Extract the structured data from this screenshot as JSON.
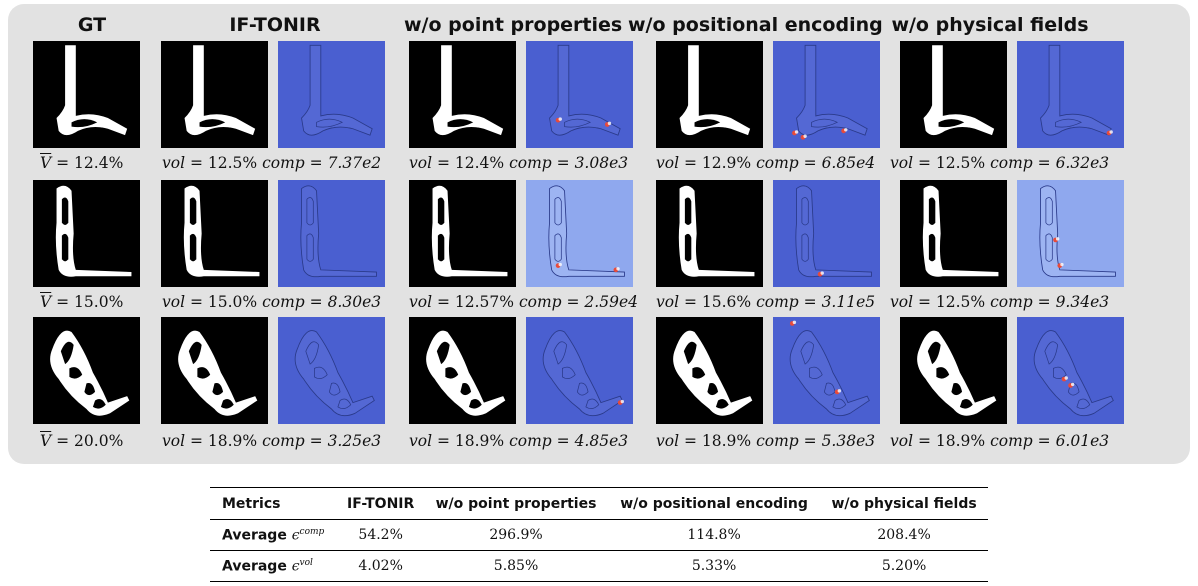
{
  "figure": {
    "columns": [
      {
        "title": "GT"
      },
      {
        "title": "IF-TONIR"
      },
      {
        "title": "w/o point properties"
      },
      {
        "title": "w/o positional encoding"
      },
      {
        "title": "w/o physical fields"
      }
    ],
    "rows": [
      {
        "gt_caption": "= 12.4%",
        "captions": [
          {
            "vol": "= 12.5%",
            "comp": "= 7.37e2"
          },
          {
            "vol": "= 12.4%",
            "comp": "= 3.08e3"
          },
          {
            "vol": "= 12.9%",
            "comp": "= 6.85e4"
          },
          {
            "vol": "= 12.5%",
            "comp": "= 6.32e3"
          }
        ]
      },
      {
        "gt_caption": "= 15.0%",
        "captions": [
          {
            "vol": "= 15.0%",
            "comp": "= 8.30e3"
          },
          {
            "vol": "= 12.57%",
            "comp": "= 2.59e4"
          },
          {
            "vol": "= 15.6%",
            "comp": "= 3.11e5"
          },
          {
            "vol": "= 12.5%",
            "comp": "= 9.34e3"
          }
        ]
      },
      {
        "gt_caption": "= 20.0%",
        "captions": [
          {
            "vol": "= 18.9%",
            "comp": "= 3.25e3"
          },
          {
            "vol": "= 18.9%",
            "comp": "= 4.85e3"
          },
          {
            "vol": "= 18.9%",
            "comp": "= 5.38e3"
          },
          {
            "vol": "= 18.9%",
            "comp": "= 6.01e3"
          }
        ]
      }
    ],
    "vbar_symbol": "V",
    "vol_symbol": "vol",
    "comp_symbol": "comp",
    "colors": {
      "panel_bg": "#e2e2e2",
      "mask_bg": "#000000",
      "mask_fg": "#ffffff",
      "field_dark": "#4a5fd0",
      "field_light": "#8fa8ee",
      "field_hot": "#e84a3a"
    }
  },
  "table": {
    "headers": [
      "Metrics",
      "IF-TONIR",
      "w/o point properties",
      "w/o positional encoding",
      "w/o physical fields"
    ],
    "rows": [
      {
        "label": "Average",
        "symbol": "ϵ",
        "sup": "comp",
        "values": [
          "54.2%",
          "296.9%",
          "114.8%",
          "208.4%"
        ]
      },
      {
        "label": "Average",
        "symbol": "ϵ",
        "sup": "vol",
        "values": [
          "4.02%",
          "5.85%",
          "5.33%",
          "5.20%"
        ]
      }
    ]
  }
}
